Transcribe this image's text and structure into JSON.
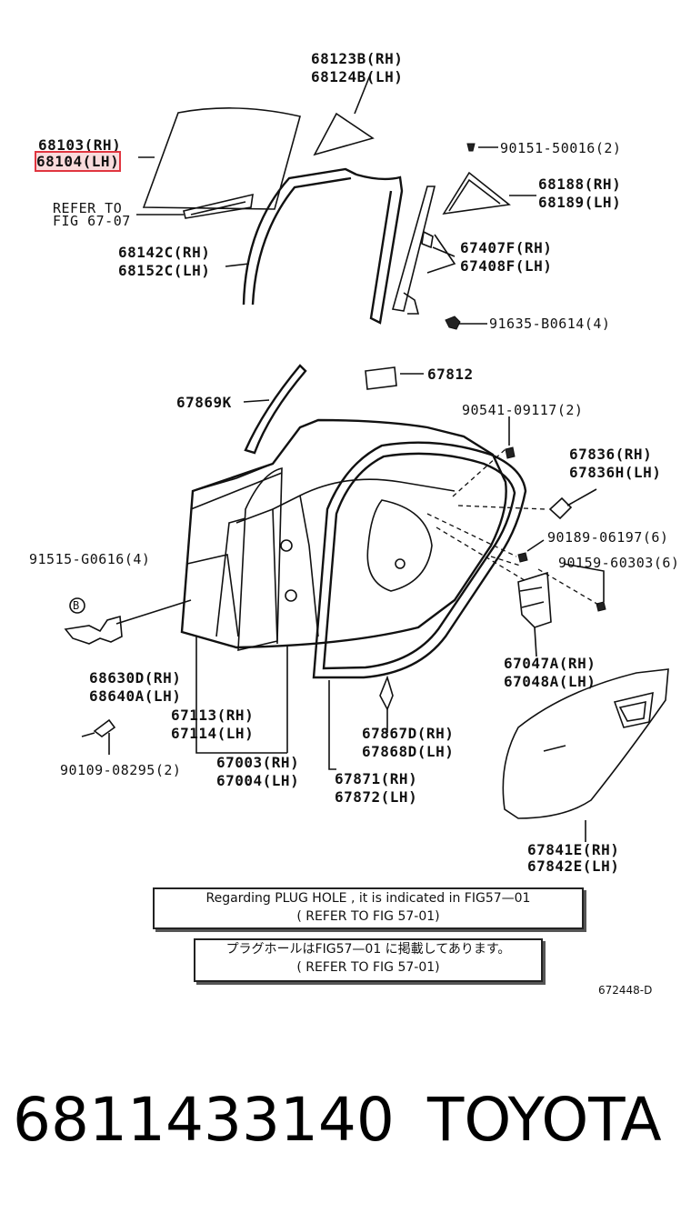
{
  "labels": {
    "p68123b": "68123B(RH)",
    "p68124b": "68124B(LH)",
    "p68103": "68103(RH)",
    "p68104": "68104(LH)",
    "refer_to": "REFER TO",
    "fig6707": "FIG 67-07",
    "p90151": "90151-50016(2)",
    "p68188": "68188(RH)",
    "p68189": "68189(LH)",
    "p68142c": "68142C(RH)",
    "p68152c": "68152C(LH)",
    "p67407f": "67407F(RH)",
    "p67408f": "67408F(LH)",
    "p91635": "91635-B0614(4)",
    "p67812": "67812",
    "p67869k": "67869K",
    "p90541": "90541-09117(2)",
    "p67836": "67836(RH)",
    "p67836h": "67836H(LH)",
    "p90189": "90189-06197(6)",
    "p91515": "91515-G0616(4)",
    "p90159": "90159-60303(6)",
    "circle_b": "B",
    "p68630d": "68630D(RH)",
    "p68640a": "68640A(LH)",
    "p67047a": "67047A(RH)",
    "p67048a": "67048A(LH)",
    "p67113": "67113(RH)",
    "p67114": "67114(LH)",
    "p67867d": "67867D(RH)",
    "p67868d": "67868D(LH)",
    "p90109": "90109-08295(2)",
    "p67003": "67003(RH)",
    "p67004": "67004(LH)",
    "p67871": "67871(RH)",
    "p67872": "67872(LH)",
    "p67841e": "67841E(RH)",
    "p67842e": "67842E(LH)"
  },
  "notes": {
    "en_line1": "Regarding PLUG HOLE , it is indicated in FIG57—01",
    "en_line2": "( REFER TO FIG 57-01)",
    "jp_line1": "プラグホールはFIG57—01 に掲載してあります。",
    "jp_line2": "( REFER TO FIG 57-01)"
  },
  "figure_code": "672448-D",
  "part_number": "6811433140",
  "brand": "TOYOTA",
  "highlight_color": "#e0353f"
}
